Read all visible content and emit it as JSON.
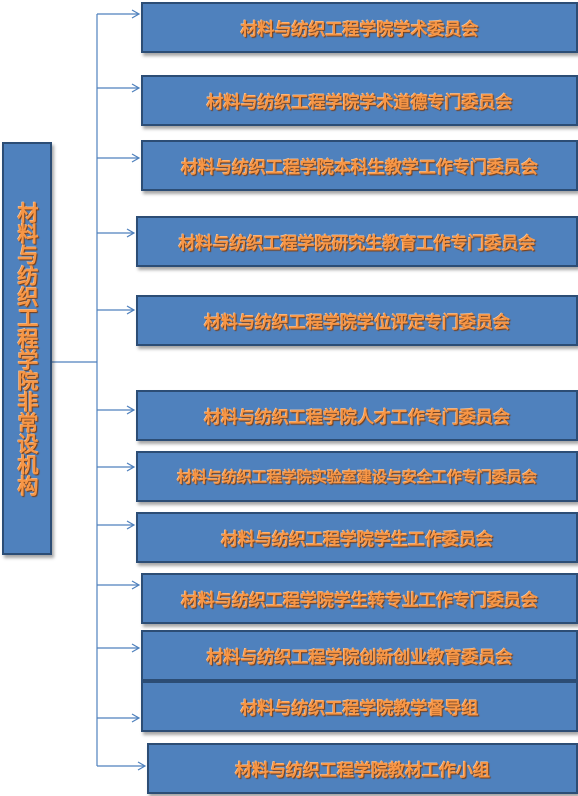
{
  "root": {
    "label": "材料与纺织工程学院非常设机构"
  },
  "committees": [
    {
      "label": "材料与纺织工程学院学术委员会"
    },
    {
      "label": "材料与纺织工程学院学术道德专门委员会"
    },
    {
      "label": "材料与纺织工程学院本科生教学工作专门委员会"
    },
    {
      "label": "材料与纺织工程学院研究生教育工作专门委员会"
    },
    {
      "label": "材料与纺织工程学院学位评定专门委员会"
    },
    {
      "label": "材料与纺织工程学院人才工作专门委员会"
    },
    {
      "label": "材料与纺织工程学院实验室建设与安全工作专门委员会"
    },
    {
      "label": "材料与纺织工程学院学生工作委员会"
    },
    {
      "label": "材料与纺织工程学院学生转专业工作专门委员会"
    },
    {
      "label": "材料与纺织工程学院创新创业教育委员会"
    },
    {
      "label": "材料与纺织工程学院教学督导组"
    },
    {
      "label": "材料与纺织工程学院教材工作小组"
    }
  ],
  "colors": {
    "box_fill": "#4f81bd",
    "box_border": "#2c4d75",
    "text": "#f79646",
    "line": "#4f81bd"
  }
}
